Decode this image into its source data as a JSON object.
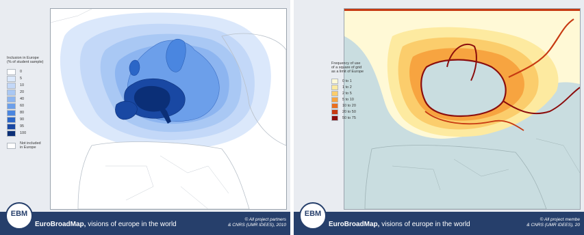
{
  "left_panel": {
    "legend": {
      "title_line1": "Inclusion in Europe",
      "title_line2": "(% of student sample)",
      "classes": [
        {
          "label": "0",
          "color": "#ffffff"
        },
        {
          "label": "5",
          "color": "#dbe8fb"
        },
        {
          "label": "10",
          "color": "#c3d8f8"
        },
        {
          "label": "20",
          "color": "#a9c8f4"
        },
        {
          "label": "40",
          "color": "#8db5f0"
        },
        {
          "label": "60",
          "color": "#6c9fea"
        },
        {
          "label": "80",
          "color": "#4a86e0"
        },
        {
          "label": "90",
          "color": "#2b66c7"
        },
        {
          "label": "95",
          "color": "#1948a3"
        },
        {
          "label": "100",
          "color": "#0b2f77"
        }
      ],
      "not_included_label_line1": "Not included",
      "not_included_label_line2": "in Europe",
      "not_included_color": "#ffffff"
    }
  },
  "right_panel": {
    "legend": {
      "title_line1": "Frequency of use",
      "title_line2": "of a square of grid",
      "title_line3": "as a limit of Europe",
      "classes": [
        {
          "label": "0 to 1",
          "color": "#fff9d6"
        },
        {
          "label": "1 to 2",
          "color": "#fdeaa0"
        },
        {
          "label": "2 to 5",
          "color": "#fbcd6c"
        },
        {
          "label": "5 to 10",
          "color": "#f7a440"
        },
        {
          "label": "10 to 20",
          "color": "#ea6f1f"
        },
        {
          "label": "20 to 50",
          "color": "#c73a12"
        },
        {
          "label": "50 to 75",
          "color": "#8b0d0d"
        }
      ]
    }
  },
  "footer": {
    "logo_text": "EBM",
    "title_bold": "EuroBroadMap,",
    "title_rest": " visions of europe in the world",
    "left_credit_line1": "© All project partners",
    "left_credit_line2": "& CNRS (UMR IDEES), 2010",
    "right_credit_line1": "© All project membe",
    "right_credit_line2": "& CNRS (UMR IDEES), 20"
  },
  "colors": {
    "footer_bg": "#263f6b",
    "sea_right": "#c9dde0",
    "land_outline": "#9aa3ad"
  }
}
